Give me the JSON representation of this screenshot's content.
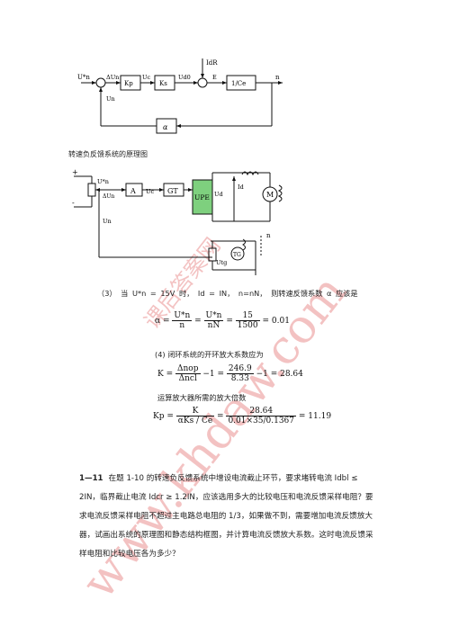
{
  "diagram1": {
    "caption": "转速负反馈系统的原理图",
    "labels": {
      "input": "U*n",
      "delta_u": "ΔUn",
      "kp": "Kp",
      "uc": "Uc",
      "ks": "Ks",
      "ud0": "Ud0",
      "e": "E",
      "inv_ce": "1/Ce",
      "out_n": "n",
      "idr": "IdR",
      "un": "Un",
      "alpha": "α"
    }
  },
  "diagram2": {
    "labels": {
      "a": "A",
      "gt": "GT",
      "upe": "UPE",
      "m": "M",
      "id": "Id",
      "ud": "Ud",
      "uc": "Uc",
      "un": "Un",
      "delta_un": "ΔUn",
      "un_star": "U*n",
      "tg": "TG",
      "utg": "Utg",
      "n": "n",
      "plus": "+",
      "minus": "-"
    },
    "upe_color": "#7ed07e"
  },
  "item3": {
    "lead": "（3）  当 U*n = 15V 时， Id = IN， n=nN， 则转速反馈系数 α 应该是",
    "eq_lhs": "α =",
    "f1_num": "U*n",
    "f1_den": "n",
    "f2_num": "U*n",
    "f2_den": "nN",
    "f3_num": "15",
    "f3_den": "1500",
    "result": "= 0.01"
  },
  "item4": {
    "lead": "(4) 闭环系统的开环放大系数应为",
    "k_lhs": "K =",
    "k_f1_num": "Δnop",
    "k_f1_den": "Δncl",
    "k_f2_num": "246.9",
    "k_f2_den": "8.33",
    "k_tail": "−1 = 28.64",
    "amp_label": "运算放大器所需的放大倍数",
    "kp_lhs": "Kp =",
    "kp_f1_num": "K",
    "kp_f1_den": "αKs / Ce",
    "kp_f2_num": "28.64",
    "kp_f2_den": "0.01×35/0.1367",
    "kp_result": "= 11.19"
  },
  "problem": {
    "number": "1—11",
    "text": "在题 1-10 的转速负反馈系统中增设电流截止环节，要求堵转电流 Idbl ≤ 2IN，临界截止电流 Idcr ≥ 1.2IN，应该选用多大的比较电压和电流反馈采样电阻？要求电流反馈采样电阻不超过主电路总电阻的 1/3，如果做不到，需要增加电流反馈放大器，试画出系统的原理图和静态结构框图，并计算电流反馈放大系数。这时电流反馈采样电阻和比较电压各为多少？"
  },
  "watermark": {
    "text1": "www.khdaw.com",
    "text2": "课后答案网"
  }
}
